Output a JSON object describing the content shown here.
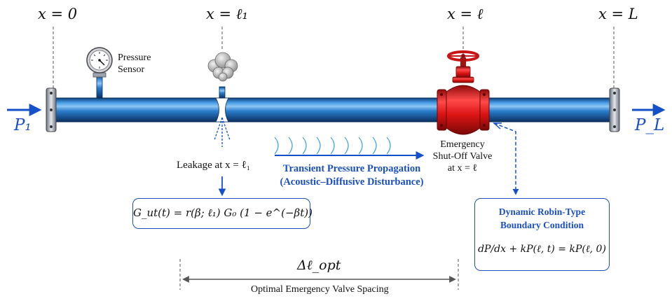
{
  "positions": {
    "x0": "x = 0",
    "xl1": "x = ℓ₁",
    "xl": "x = ℓ",
    "xL": "x = L"
  },
  "inlet_pressure": "P₁",
  "outlet_pressure": "P_L",
  "sensor_label": "Pressure Sensor",
  "leakage_label": "Leakage at x = ℓ₁",
  "leak_formula": "G_ut(t) = r(β; ℓ₁) G₀ (1 − e^(−βt))",
  "transient_title": "Transient Pressure Propagation",
  "transient_subtitle": "(Acoustic–Diffusive Disturbance)",
  "valve_label": [
    "Emergency",
    "Shut-Off Valve",
    "at x = ℓ"
  ],
  "robin_title": [
    "Dynamic Robin-Type",
    "Boundary Condition"
  ],
  "robin_formula": "dP/dx + kP(ℓ, t) = kP(ℓ, 0)",
  "spacing_symbol": "Δℓ_opt",
  "spacing_label": "Optimal Emergency Valve Spacing",
  "colors": {
    "pipe": "#1f6fc0",
    "valve": "#e11d1d",
    "accent": "#1a4fc4",
    "arrow": "#1451c9"
  }
}
